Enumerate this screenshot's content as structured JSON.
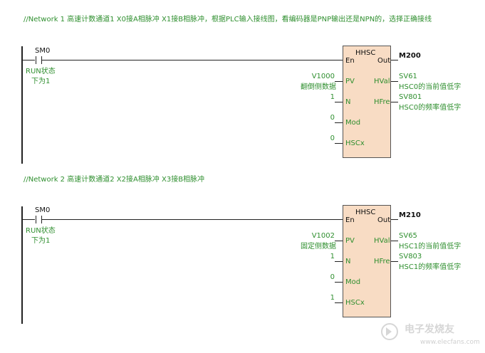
{
  "networks": [
    {
      "comment": "//Network 1  高速计数通道1  X0接A相脉冲 X1接B相脉冲，根据PLC输入接线图，看编码器是PNP输出还是NPN的，选择正确接线",
      "contact": {
        "name": "SM0",
        "desc1": "RUN状态",
        "desc2": "下为1"
      },
      "block": {
        "title": "HHSC",
        "en": "En",
        "out": "Out",
        "pv": "PV",
        "hval": "HVal",
        "n": "N",
        "hfre": "HFre",
        "mod": "Mod",
        "hscx": "HSCx"
      },
      "inputs": {
        "pv_value": "V1000",
        "pv_desc": "翻倒侧数据",
        "n_value": "1",
        "mod_value": "0",
        "hscx_value": "0"
      },
      "outputs": {
        "out_value": "M200",
        "hval_value": "SV61",
        "hval_desc": "HSC0的当前值低字",
        "hfre_value": "SV801",
        "hfre_desc": "HSC0的频率值低字"
      }
    },
    {
      "comment": "//Network 2  高速计数通道2 X2接A相脉冲 X3接B相脉冲",
      "contact": {
        "name": "SM0",
        "desc1": "RUN状态",
        "desc2": "下为1"
      },
      "block": {
        "title": "HHSC",
        "en": "En",
        "out": "Out",
        "pv": "PV",
        "hval": "HVal",
        "n": "N",
        "hfre": "HFre",
        "mod": "Mod",
        "hscx": "HSCx"
      },
      "inputs": {
        "pv_value": "V1002",
        "pv_desc": "固定侧数据",
        "n_value": "1",
        "mod_value": "0",
        "hscx_value": "1"
      },
      "outputs": {
        "out_value": "M210",
        "hval_value": "SV65",
        "hval_desc": "HSC1的当前值低字",
        "hfre_value": "SV803",
        "hfre_desc": "HSC1的频率值低字"
      }
    }
  ],
  "watermark": {
    "brand": "电子发烧友",
    "url": "www.elecfans.com"
  }
}
